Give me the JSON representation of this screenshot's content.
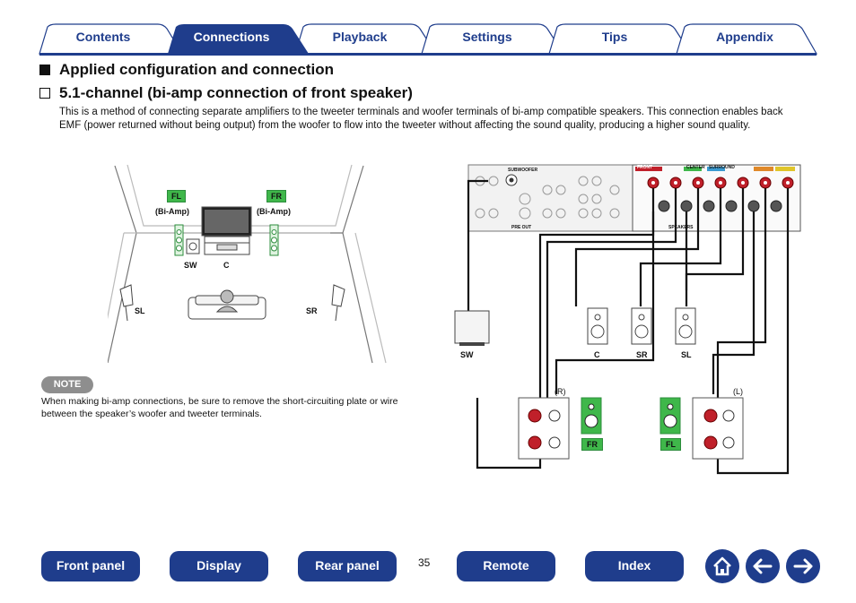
{
  "tabs": [
    {
      "label": "Contents",
      "active": false
    },
    {
      "label": "Connections",
      "active": true
    },
    {
      "label": "Playback",
      "active": false
    },
    {
      "label": "Settings",
      "active": false
    },
    {
      "label": "Tips",
      "active": false
    },
    {
      "label": "Appendix",
      "active": false
    }
  ],
  "heading": "Applied configuration and connection",
  "subheading": "5.1-channel (bi-amp connection of front speaker)",
  "intro": "This is a method of connecting separate amplifiers to the tweeter terminals and woofer terminals of bi-amp compatible speakers. This connection enables back EMF (power returned without being output) from the woofer to flow into the tweeter without affecting the sound quality, producing a higher sound quality.",
  "room": {
    "fl": "FL",
    "fr": "FR",
    "bi_amp_left": "(Bi-Amp)",
    "bi_amp_right": "(Bi-Amp)",
    "sw": "SW",
    "c": "C",
    "sl": "SL",
    "sr": "SR"
  },
  "wiring": {
    "sw": "SW",
    "c": "C",
    "sr": "SR",
    "sl": "SL",
    "r": "(R)",
    "l": "(L)",
    "fr": "FR",
    "fl": "FL",
    "receiver_labels": [
      "SUBWOOFER",
      "PRE OUT",
      "SPEAKERS",
      "FRONT",
      "CENTER",
      "SURROUND"
    ]
  },
  "note": {
    "badge": "NOTE",
    "text": "When making bi-amp connections, be sure to remove the short-circuiting plate or wire between the speaker’s woofer and tweeter terminals."
  },
  "page_number": "35",
  "footer": [
    "Front panel",
    "Display",
    "Rear panel",
    "Remote",
    "Index"
  ],
  "icons": [
    "home-icon",
    "arrow-left-icon",
    "arrow-right-icon"
  ],
  "colors": {
    "brand": "#1f3d8c",
    "speaker_green": "#3fb74a",
    "terminal_red": "#c0202a"
  }
}
